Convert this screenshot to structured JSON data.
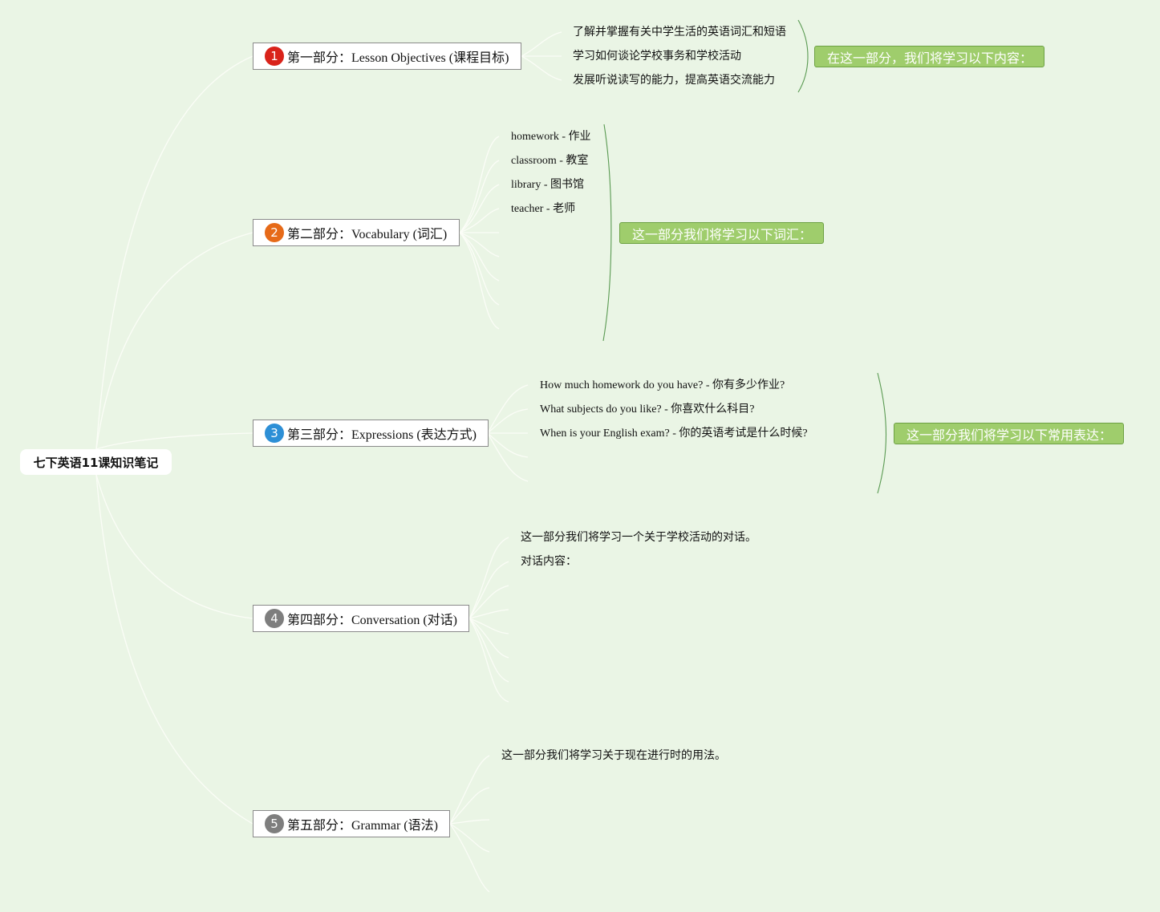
{
  "root": {
    "title": "七下英语11课知识笔记"
  },
  "colors": {
    "background": "#eaf5e5",
    "section_1": "#d9231a",
    "section_2": "#e66a18",
    "section_3": "#2d8fd6",
    "section_4": "#7e7e7e",
    "section_5": "#7e7e7e",
    "callout_fill": "#9fcd6c",
    "bracket": "#5a9a52"
  },
  "sections": [
    {
      "number": "1",
      "title": "第一部分：Lesson Objectives (课程目标)",
      "items": [
        "了解并掌握有关中学生活的英语词汇和短语",
        "学习如何谈论学校事务和学校活动",
        "发展听说读写的能力，提高英语交流能力"
      ],
      "callout": "在这一部分，我们将学习以下内容："
    },
    {
      "number": "2",
      "title": "第二部分：Vocabulary (词汇)",
      "items": [
        "homework - 作业",
        "classroom - 教室",
        "library - 图书馆",
        "teacher - 老师"
      ],
      "callout": "这一部分我们将学习以下词汇："
    },
    {
      "number": "3",
      "title": "第三部分：Expressions (表达方式)",
      "items": [
        "How much homework do you have? - 你有多少作业?",
        "What subjects do you like? - 你喜欢什么科目?",
        "When is your English exam? - 你的英语考试是什么时候?"
      ],
      "callout": "这一部分我们将学习以下常用表达："
    },
    {
      "number": "4",
      "title": "第四部分：Conversation (对话)",
      "items": [
        "这一部分我们将学习一个关于学校活动的对话。",
        "对话内容："
      ]
    },
    {
      "number": "5",
      "title": "第五部分：Grammar (语法)",
      "items": [
        "这一部分我们将学习关于现在进行时的用法。"
      ]
    }
  ]
}
